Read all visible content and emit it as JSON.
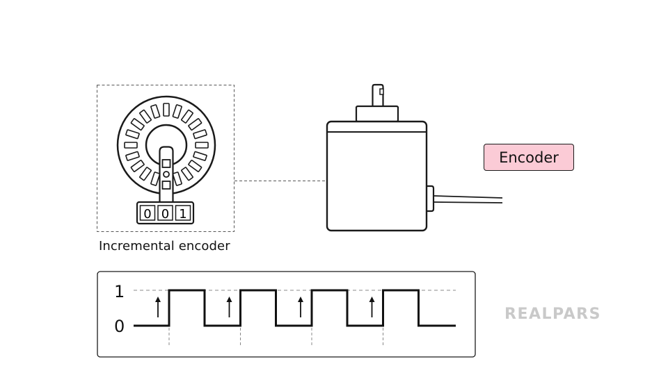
{
  "encoder_diagram": {
    "caption": "Incremental encoder",
    "label": "Encoder",
    "counter_digits": [
      "0",
      "0",
      "1"
    ]
  },
  "signal": {
    "high_label": "1",
    "low_label": "0",
    "pulse_count": 4
  },
  "brand": {
    "logo_text": "REALPARS"
  },
  "colors": {
    "badge_fill": "#fbcbd6",
    "logo_gray": "#c9c9c9",
    "stroke": "#1a1a1a"
  }
}
